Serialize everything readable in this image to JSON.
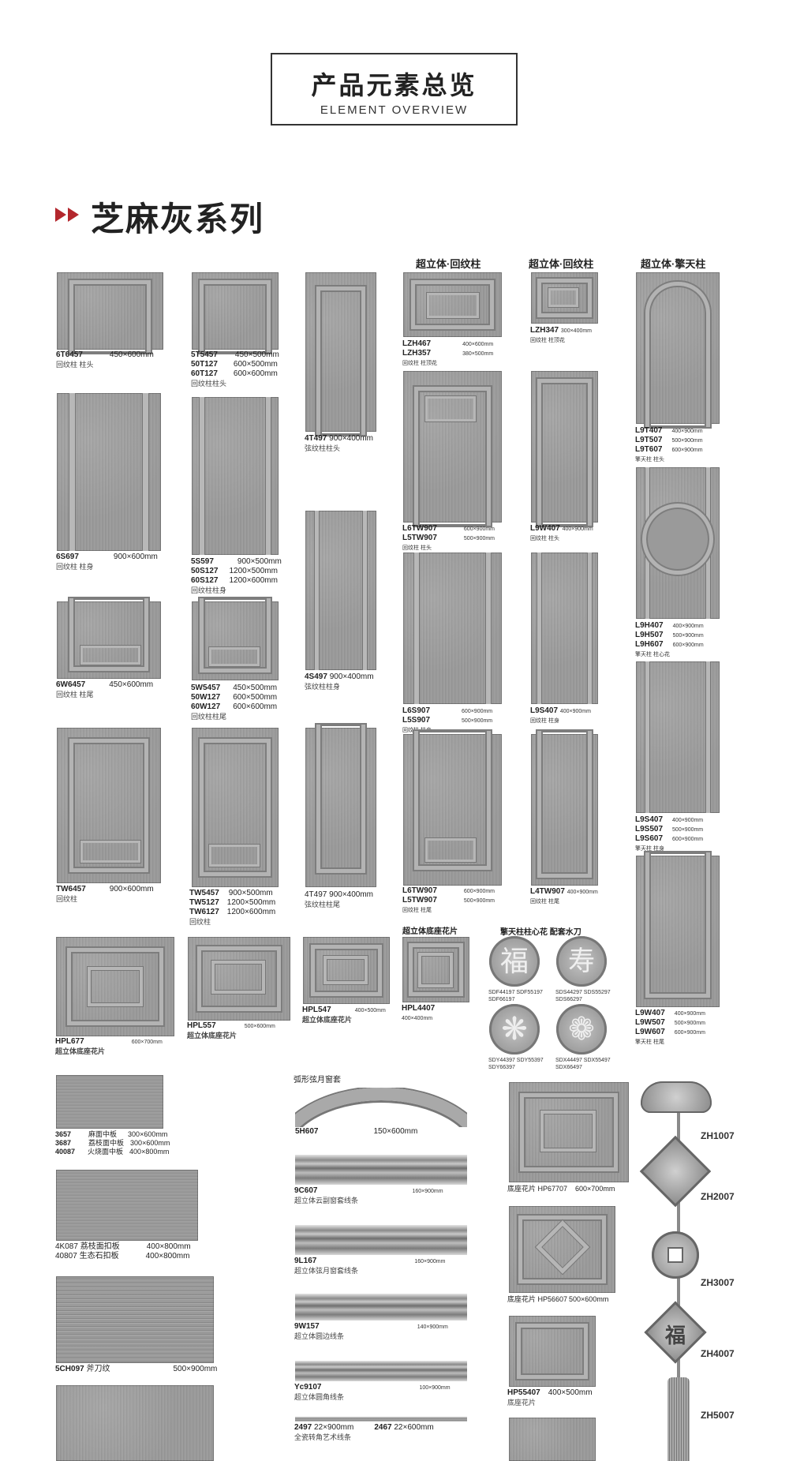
{
  "header": {
    "title": "产品元素总览",
    "subtitle": "ELEMENT OVERVIEW"
  },
  "section": {
    "title": "芝麻灰系列",
    "arrows": "play-arrows-icon"
  },
  "column_headers": {
    "c5": "超立体·回纹柱",
    "c6": "超立体·回纹柱",
    "c7": "超立体·擎天柱"
  },
  "col1": [
    {
      "lines": [
        "6T6457"
      ],
      "sizes": [
        "450×600mm"
      ],
      "desc": "回纹柱 柱头"
    },
    {
      "lines": [
        "6S697"
      ],
      "sizes": [
        "900×600mm"
      ],
      "desc": "回纹柱 柱身"
    },
    {
      "lines": [
        "6W6457"
      ],
      "sizes": [
        "450×600mm"
      ],
      "desc": "回纹柱 柱尾"
    },
    {
      "lines": [
        "TW6457"
      ],
      "sizes": [
        "900×600mm"
      ],
      "desc": "回纹柱"
    }
  ],
  "col2": [
    {
      "lines": [
        "5T5457",
        "50T127",
        "60T127"
      ],
      "sizes": [
        "450×500mm",
        "600×500mm",
        "600×600mm"
      ],
      "desc": "回纹柱柱头"
    },
    {
      "lines": [
        "5S597",
        "50S127",
        "60S127"
      ],
      "sizes": [
        "900×500mm",
        "1200×500mm",
        "1200×600mm"
      ],
      "desc": "回纹柱柱身"
    },
    {
      "lines": [
        "5W5457",
        "50W127",
        "60W127"
      ],
      "sizes": [
        "450×500mm",
        "600×500mm",
        "600×600mm"
      ],
      "desc": "回纹柱柱尾"
    },
    {
      "lines": [
        "TW5457",
        "TW5127",
        "TW6127"
      ],
      "sizes": [
        "900×500mm",
        "1200×500mm",
        "1200×600mm"
      ],
      "desc": "回纹柱"
    }
  ],
  "col3": [
    {
      "code": "4T497",
      "size": "900×400mm",
      "desc": "弦纹柱柱头"
    },
    {
      "code": "4S497",
      "size": "900×400mm",
      "desc": "弦纹柱柱身"
    },
    {
      "code": "4T497",
      "size": "900×400mm",
      "desc": "弦纹柱柱尾"
    }
  ],
  "col4": [
    {
      "lines": [
        "LZH467",
        "LZH357"
      ],
      "sizes": [
        "400×600mm",
        "380×500mm"
      ],
      "desc": "回纹柱 柱顶花"
    },
    {
      "lines": [
        "L6TW907",
        "L5TW907"
      ],
      "sizes": [
        "600×900mm",
        "500×900mm"
      ],
      "desc": "回纹柱 柱头"
    },
    {
      "lines": [
        "L6S907",
        "L5S907"
      ],
      "sizes": [
        "600×900mm",
        "500×900mm"
      ],
      "desc": "回纹柱 柱身"
    },
    {
      "lines": [
        "L6TW907",
        "L5TW907"
      ],
      "sizes": [
        "600×900mm",
        "500×900mm"
      ],
      "desc": "回纹柱 柱尾"
    }
  ],
  "col5": [
    {
      "code": "LZH347",
      "size": "300×400mm",
      "desc": "回纹柱 柱顶花"
    },
    {
      "code": "L9W407",
      "size": "400×900mm",
      "desc": "回纹柱 柱头"
    },
    {
      "code": "L9S407",
      "size": "400×900mm",
      "desc": "回纹柱 柱身"
    },
    {
      "code": "L4TW907",
      "size": "400×900mm",
      "desc": "回纹柱 柱尾"
    }
  ],
  "col6": [
    {
      "lines": [
        "L9T407",
        "L9T507",
        "L9T607"
      ],
      "sizes": [
        "400×900mm",
        "500×900mm",
        "600×900mm"
      ],
      "desc": "擎天柱 柱头"
    },
    {
      "lines": [
        "L9H407",
        "L9H507",
        "L9H607"
      ],
      "sizes": [
        "400×900mm",
        "500×900mm",
        "600×900mm"
      ],
      "desc": "擎天柱 柱心花"
    },
    {
      "lines": [
        "L9S407",
        "L9S507",
        "L9S607"
      ],
      "sizes": [
        "400×900mm",
        "500×900mm",
        "600×900mm"
      ],
      "desc": "擎天柱 柱身"
    },
    {
      "lines": [
        "L9W407",
        "L9W507",
        "L9W607"
      ],
      "sizes": [
        "400×900mm",
        "500×900mm",
        "600×900mm"
      ],
      "desc": "擎天柱 柱尾"
    }
  ],
  "bases": [
    {
      "code": "HPL677",
      "size": "600×700mm",
      "desc": "超立体底座花片"
    },
    {
      "code": "HPL557",
      "size": "500×600mm",
      "desc": "超立体底座花片"
    },
    {
      "code": "HPL547",
      "size": "400×500mm",
      "desc": "超立体底座花片"
    },
    {
      "code": "HPL4407",
      "size": "400×400mm",
      "head": "超立体底座花片"
    }
  ],
  "medallions": {
    "head": "擎天柱柱心花 配套水刀",
    "items": [
      {
        "glyph": "福",
        "l1": "SDF44197 SDF55197",
        "l2": "SDF66197"
      },
      {
        "glyph": "寿",
        "l1": "SDS44297 SDS55297",
        "l2": "SDS66297"
      },
      {
        "glyph": "❋",
        "l1": "SDY44397 SDY55397",
        "l2": "SDY66397"
      },
      {
        "glyph": "❁",
        "l1": "SDX44497 SDX55497",
        "l2": "SDX66497"
      }
    ]
  },
  "boards": [
    {
      "lines": [
        "3657",
        "3687",
        "40087"
      ],
      "names": [
        "麻面中板",
        "荔枝面中板",
        "火烧面中板"
      ],
      "sizes": [
        "300×600mm",
        "300×600mm",
        "400×800mm"
      ]
    },
    {
      "lines": [
        "4K087",
        "40807"
      ],
      "names": [
        "荔枝面扣板",
        "生态石扣板"
      ],
      "sizes": [
        "400×800mm",
        "400×800mm"
      ]
    },
    {
      "code": "5CH097",
      "name": "斧刀纹",
      "size": "500×900mm"
    }
  ],
  "moldings": {
    "head": "弧形弦月窗套",
    "items": [
      {
        "code": "5H607",
        "size": "150×600mm",
        "desc": ""
      },
      {
        "code": "9C607",
        "size": "160×900mm",
        "desc": "超立体云副窗套线条"
      },
      {
        "code": "9L167",
        "size": "160×900mm",
        "desc": "超立体弦月窗套线条"
      },
      {
        "code": "9W157",
        "size": "140×900mm",
        "desc": "超立体圆边线条"
      },
      {
        "code": "Yc9107",
        "size": "100×900mm",
        "desc": "超立体圆角线条"
      }
    ],
    "last": {
      "c1": "2497",
      "s1": "22×900mm",
      "c2": "2467",
      "s2": "22×600mm",
      "desc": "全瓷转角艺术线条"
    }
  },
  "panels": [
    {
      "text": "底座花片 HP67707",
      "size": "600×700mm"
    },
    {
      "text": "底座花片 HP56607",
      "size": "500×600mm"
    },
    {
      "code": "HP55407",
      "size": "400×500mm",
      "desc": "底座花片"
    }
  ],
  "pendants": [
    "ZH1007",
    "ZH2007",
    "ZH3007",
    "ZH4007",
    "ZH5007"
  ]
}
